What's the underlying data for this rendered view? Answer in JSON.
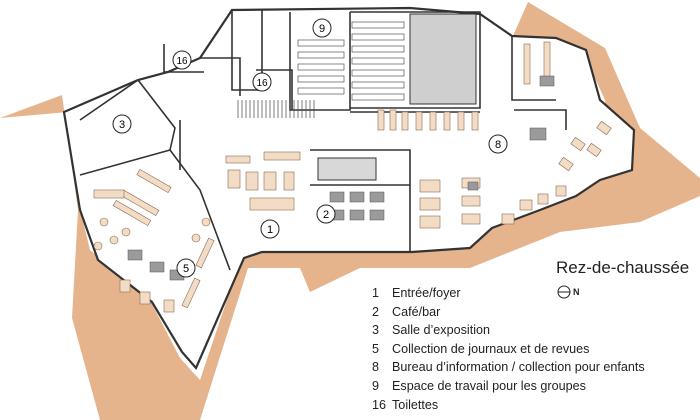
{
  "title": "Rez-de-chaussée",
  "north_label": "N",
  "colors": {
    "ground": "#e6b48c",
    "wall": "#333333",
    "furniture": "#f3dcc6",
    "room_number_circle": "#ffffff"
  },
  "room_numbers": [
    "1",
    "2",
    "3",
    "5",
    "8",
    "9",
    "16",
    "16"
  ],
  "legend": [
    {
      "num": "1",
      "label": "Entrée/foyer"
    },
    {
      "num": "2",
      "label": "Café/bar"
    },
    {
      "num": "3",
      "label": "Salle d’exposition"
    },
    {
      "num": "5",
      "label": "Collection de journaux et de revues"
    },
    {
      "num": "8",
      "label": "Bureau d’information / collection pour enfants"
    },
    {
      "num": "9",
      "label": "Espace de travail pour les groupes"
    },
    {
      "num": "16",
      "label": "Toilettes"
    }
  ]
}
